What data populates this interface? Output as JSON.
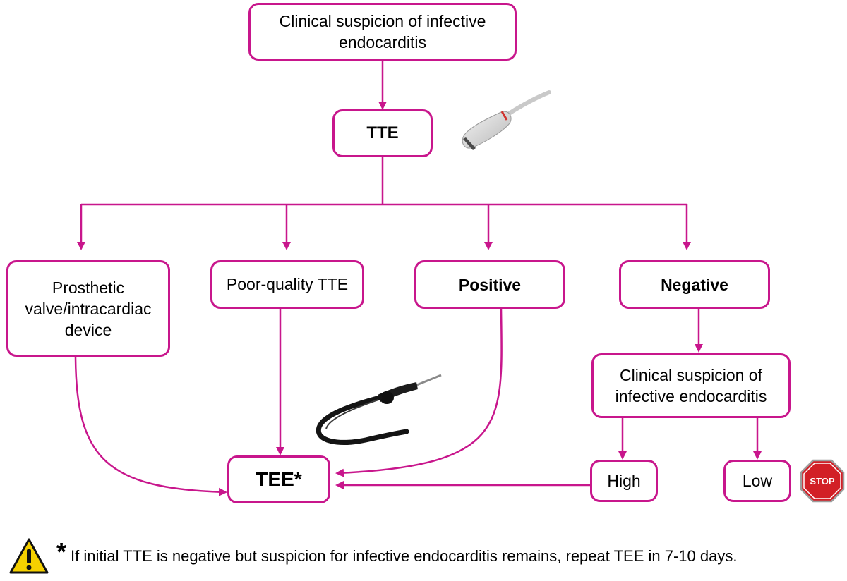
{
  "colors": {
    "accent": "#c8168c",
    "stop": "#d21f26",
    "warning": "#f5d000"
  },
  "nodes": {
    "clinical_suspicion_top": "Clinical suspicion of infective endocarditis",
    "tte": "TTE",
    "prosthetic": "Prosthetic valve/intracardiac device",
    "poor_quality": "Poor-quality TTE",
    "positive": "Positive",
    "negative": "Negative",
    "clinical_suspicion_bottom": "Clinical suspicion of infective endocarditis",
    "high": "High",
    "low": "Low",
    "tee": "TEE*"
  },
  "icons": {
    "transthoracic_probe": "ultrasound-probe-icon",
    "transesophageal_probe": "tee-probe-icon",
    "stop_sign": "stop-sign-icon",
    "stop_label": "STOP",
    "warning": "warning-triangle-icon"
  },
  "footnote": {
    "marker": "*",
    "text": "If initial TTE is negative but suspicion for infective endocarditis remains, repeat TEE in 7-10 days."
  }
}
